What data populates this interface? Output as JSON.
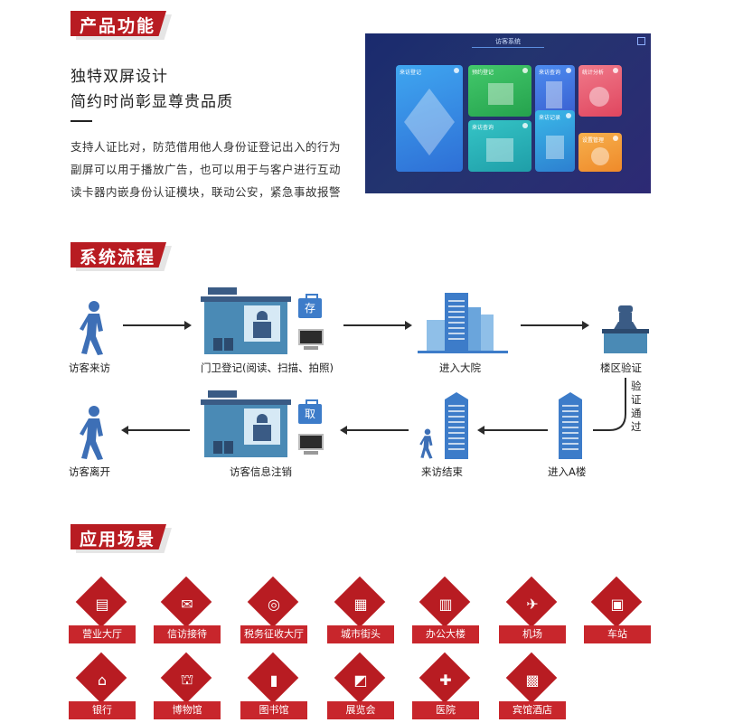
{
  "sections": {
    "product": "产品功能",
    "flow": "系统流程",
    "scene": "应用场景"
  },
  "intro": {
    "headline1": "独特双屏设计",
    "headline2": "简约时尚彰显尊贵品质",
    "para": [
      "支持人证比对，防范借用他人身份证登记出入的行为",
      "副屏可以用于播放广告，也可以用于与客户进行互动",
      "读卡器内嵌身份认证模块，联动公安，紧急事故报警"
    ]
  },
  "screen": {
    "title": "访客系统",
    "tiles": [
      "来访登记",
      "预约登记",
      "来访查询",
      "统计分析",
      "来访查询",
      "来访记录",
      "设置管理"
    ]
  },
  "flow": {
    "visitor_arrive": "访客来访",
    "guard_register": "门卫登记(阅读、扫描、拍照)",
    "enter_yard": "进入大院",
    "zone_verify": "楼区验证",
    "verify_pass": "验证通过",
    "enter_building": "进入A楼",
    "visit_end": "来访结束",
    "cancel_info": "访客信息注销",
    "visitor_leave": "访客离开",
    "store_badge": "存",
    "take_badge": "取"
  },
  "scenes": [
    {
      "label": "营业大厅",
      "icon": "hall-icon"
    },
    {
      "label": "信访接待",
      "icon": "mail-icon"
    },
    {
      "label": "税务征收大厅",
      "icon": "coins-icon"
    },
    {
      "label": "城市街头",
      "icon": "street-icon"
    },
    {
      "label": "办公大楼",
      "icon": "office-icon"
    },
    {
      "label": "机场",
      "icon": "airport-icon"
    },
    {
      "label": "车站",
      "icon": "bus-icon"
    },
    {
      "label": "银行",
      "icon": "bank-icon"
    },
    {
      "label": "博物馆",
      "icon": "museum-icon"
    },
    {
      "label": "图书馆",
      "icon": "library-icon"
    },
    {
      "label": "展览会",
      "icon": "exhibition-icon"
    },
    {
      "label": "医院",
      "icon": "hospital-icon"
    },
    {
      "label": "宾馆酒店",
      "icon": "hotel-icon"
    }
  ],
  "colors": {
    "brand_red": "#b81c22",
    "flow_blue": "#3d7cc9",
    "guard_teal": "#4a8ab5"
  }
}
